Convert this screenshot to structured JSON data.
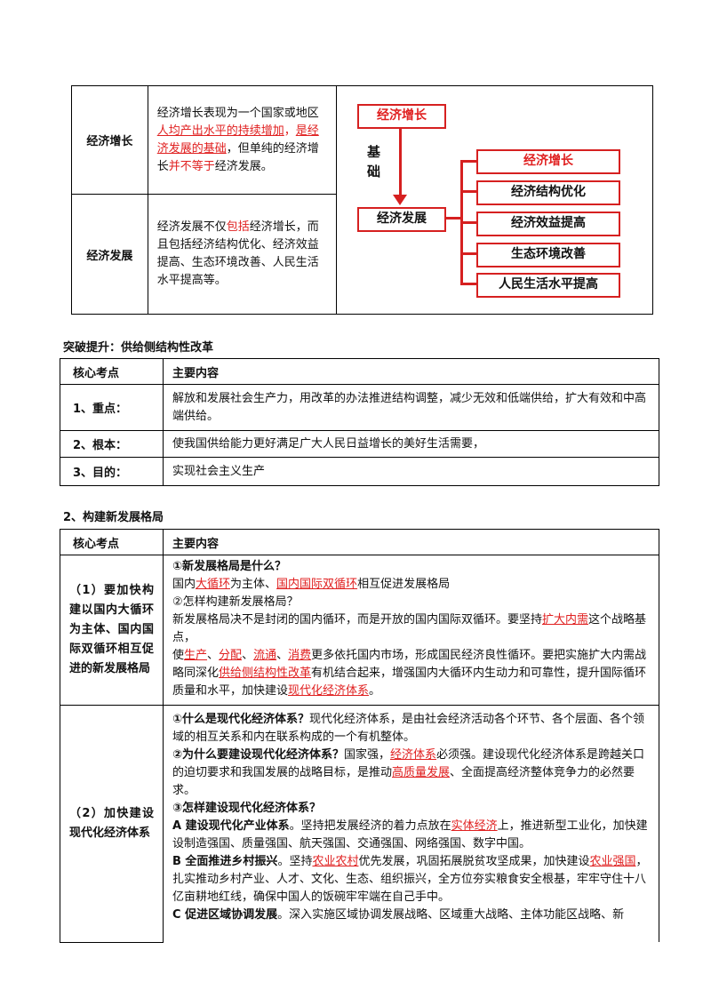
{
  "table1": {
    "row1_label": "经济增长",
    "row1_parts": [
      "经济增长表现为一个国家或地区",
      "人均产出水平的持续增加",
      "，",
      "是经济发展的基础",
      "，但单纯的经济增长",
      "并不等于",
      "经济发展。"
    ],
    "row2_label": "经济发展",
    "row2_parts": [
      "经济发展不仅",
      "包括",
      "经济增长，而且包括经济结构优化、经济效益提高、生态环境改善、人民生活水平提高等。"
    ]
  },
  "diagram": {
    "top_box": "经济增长",
    "arrow_label_1": "基",
    "arrow_label_2": "础",
    "bottom_box": "经济发展",
    "branches": [
      "经济增长",
      "经济结构优化",
      "经济效益提高",
      "生态环境改善",
      "人民生活水平提高"
    ]
  },
  "section1": {
    "title": "突破提升：供给侧结构性改革",
    "headers": [
      "核心考点",
      "主要内容"
    ],
    "rows": [
      {
        "label": "1、重点：",
        "content": "解放和发展社会生产力，用改革的办法推进结构调整，减少无效和低端供给，扩大有效和中高端供给。"
      },
      {
        "label": "2、根本：",
        "content": "使我国供给能力更好满足广大人民日益增长的美好生活需要，"
      },
      {
        "label": "3、目的：",
        "content": "实现社会主义生产"
      }
    ]
  },
  "section2": {
    "title": "2、构建新发展格局",
    "headers": [
      "核心考点",
      "主要内容"
    ],
    "row1_label": "（1）要加快构建以国内大循环为主体、国内国际双循环相互促进的新发展格局",
    "row1": {
      "q1": "①新发展格局是什么？",
      "l1": [
        "国内",
        "大循环",
        "为主体、",
        "国内国际双循环",
        "相互促进发展格局"
      ],
      "q2": "②怎样构建新发展格局？",
      "l2": [
        "新发展格局决不是封闭的国内循环，而是开放的国内国际双循环。要坚持",
        "扩大内需",
        "这个战略基点，"
      ],
      "l3": [
        "使",
        "生产",
        "、",
        "分配",
        "、",
        "流通",
        "、",
        "消费",
        "更多依托国内市场，形成国民经济良性循环。要把实施扩大内需战略同深化",
        "供给侧结构性改革",
        "有机结合起来，增强国内大循环内生动力和可靠性，提升国际循环质量和水平，加快建设",
        "现代化经济体系",
        "。"
      ]
    },
    "row2_label": "（2）加快建设现代化经济体系",
    "row2": {
      "q1": "①什么是现代化经济体系？",
      "a1": "现代化经济体系，是由社会经济活动各个环节、各个层面、各个领域的相互关系和内在联系构成的一个有机整体。",
      "q2": "②为什么要建设现代化经济体系？",
      "a2": [
        "国家强，",
        "经济体系",
        "必须强。建设现代化经济体系是跨越关口的迫切要求和我国发展的战略目标，是推动",
        "高质量发展",
        "、全面提高经济整体竞争力的必然要求。"
      ],
      "q3": "③怎样建设现代化经济体系？",
      "pa_title": "A 建设现代化产业体系",
      "pa": [
        "。坚持把发展经济的着力点放在",
        "实体经济",
        "上，推进新型工业化，加快建设制造强国、质量强国、航天强国、交通强国、网络强国、数字中国。"
      ],
      "pb_title": "B 全面推进乡村振兴",
      "pb": [
        "。坚持",
        "农业农村",
        "优先发展，巩固拓展脱贫攻坚成果，加快建设",
        "农业强国",
        "，扎实推动乡村产业、人才、文化、生态、组织振兴，全方位夯实粮食安全根基，牢牢守住十八亿亩耕地红线，确保中国人的饭碗牢牢端在自己手中。"
      ],
      "pc_title": "C 促进区域协调发展",
      "pc": "。深入实施区域协调发展战略、区域重大战略、主体功能区战略、新"
    }
  }
}
